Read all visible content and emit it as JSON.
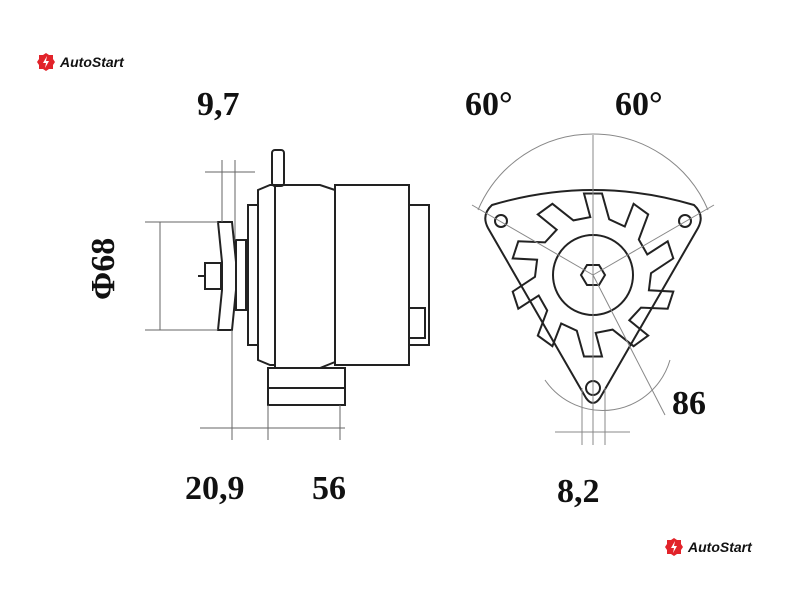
{
  "brand": {
    "name": "AutoStart",
    "color": "#e2232a"
  },
  "dimensions": {
    "pulley_offset": "9,7",
    "pulley_diameter": "Φ68",
    "front_length": "20,9",
    "mount_length": "56",
    "angle_left": "60°",
    "angle_right": "60°",
    "mount_radius": "86",
    "hole_width": "8,2"
  }
}
